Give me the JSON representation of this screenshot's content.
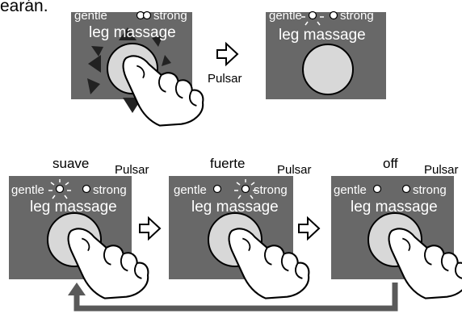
{
  "heading_fragment": "earán.",
  "panel": {
    "gentle_label": "gentle",
    "strong_label": "strong",
    "title": "leg massage"
  },
  "action_label": "Pulsar",
  "states": [
    {
      "mode": "suave",
      "action": "Pulsar"
    },
    {
      "mode": "fuerte",
      "action": "Pulsar"
    },
    {
      "mode": "off",
      "action": "Pulsar"
    }
  ],
  "colors": {
    "panel_bg": "#686868",
    "button_fill": "#d8d8d8",
    "arrow_fill": "#222222",
    "loop_arrow": "#595959"
  }
}
